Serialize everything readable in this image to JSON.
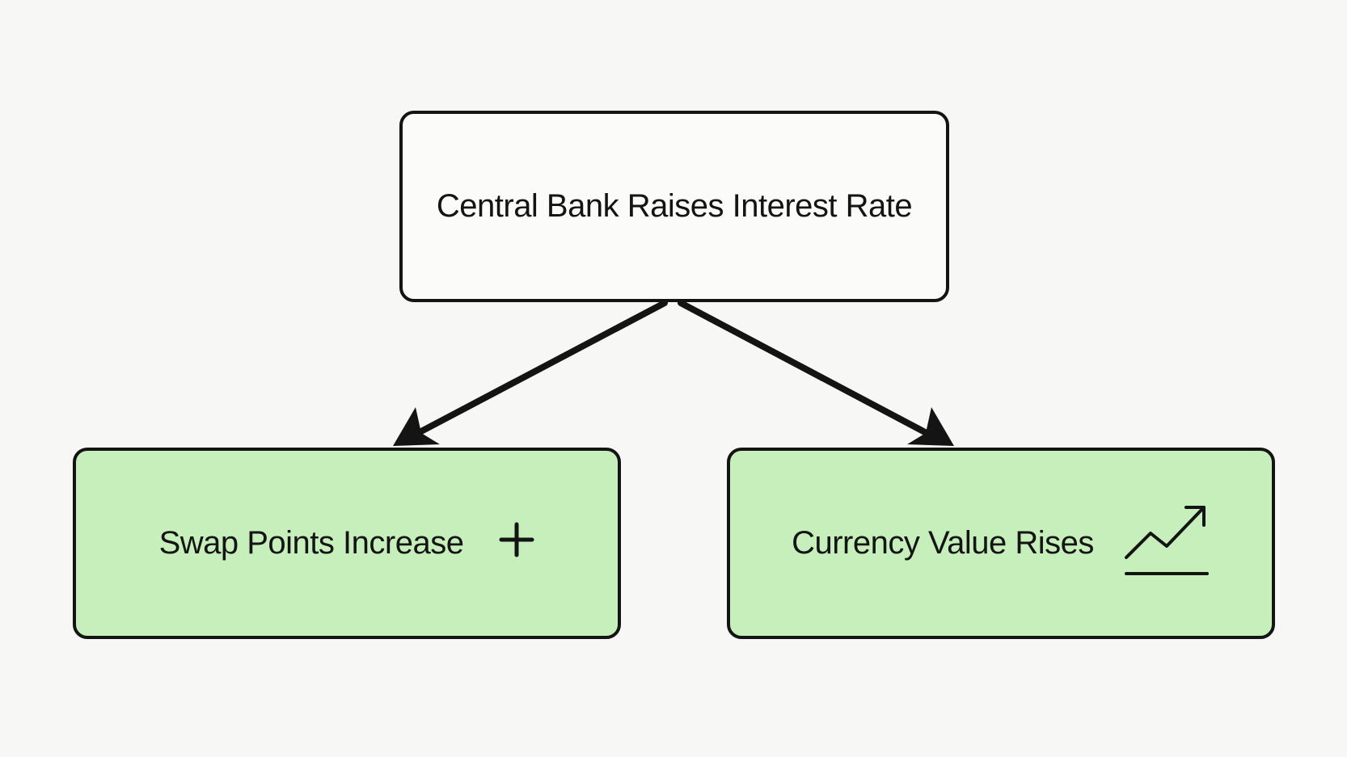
{
  "diagram": {
    "root": {
      "label": "Central Bank Raises Interest Rate"
    },
    "children": [
      {
        "label": "Swap Points Increase",
        "icon": "plus-icon",
        "fill": "#c6efbb"
      },
      {
        "label": "Currency Value Rises",
        "icon": "trend-up-icon",
        "fill": "#c6efbb"
      }
    ],
    "colors": {
      "background": "#f7f7f5",
      "stroke": "#141414",
      "root_fill": "#fbfbfa",
      "child_fill": "#c6efbb"
    }
  }
}
